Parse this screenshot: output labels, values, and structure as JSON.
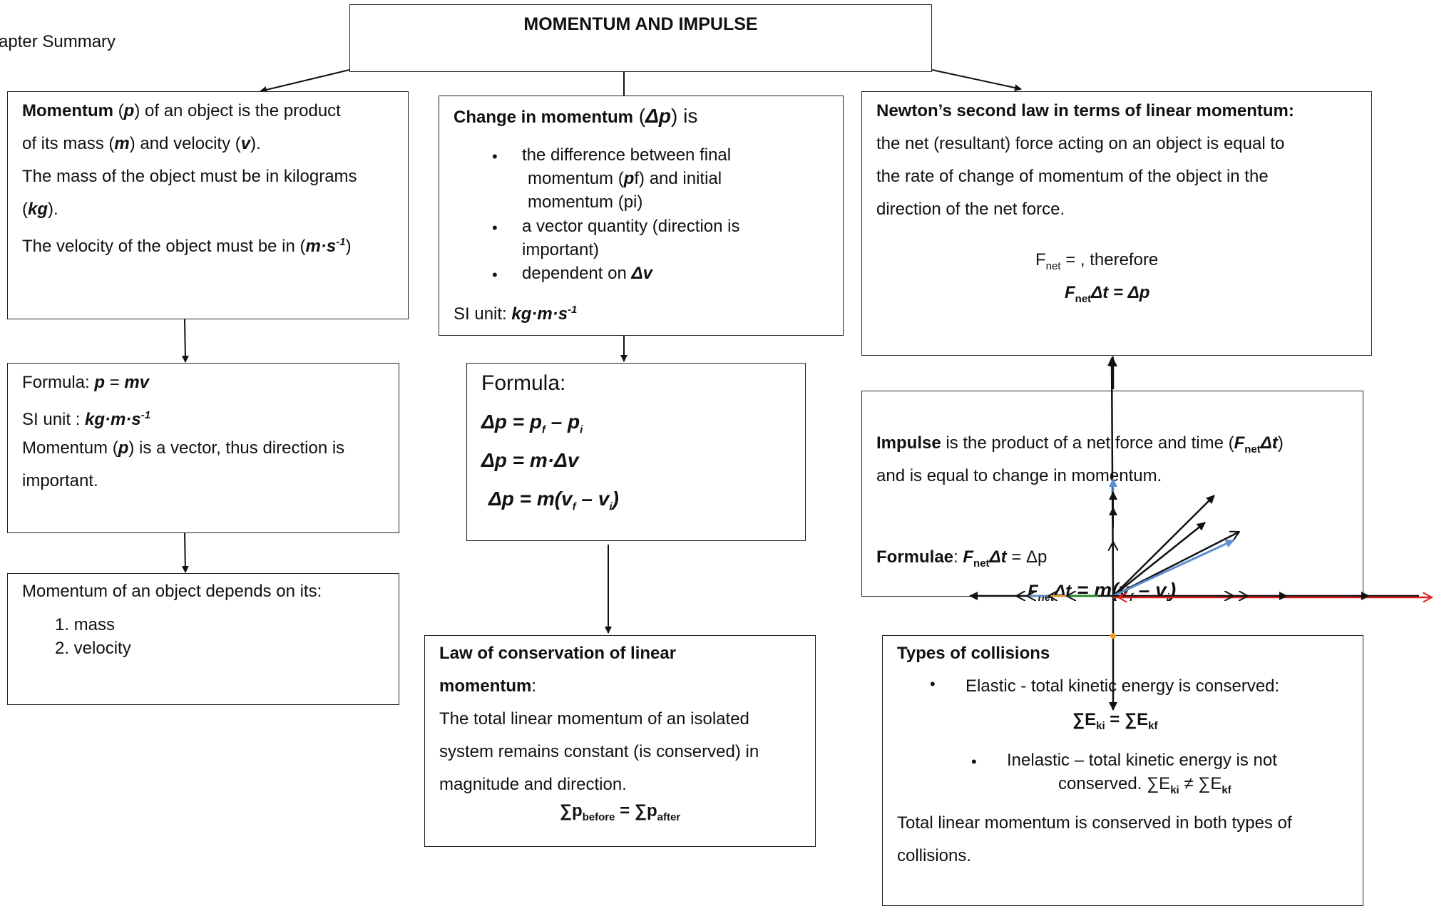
{
  "page_label": "apter Summary",
  "title": "MOMENTUM AND IMPULSE",
  "momentum_box": {
    "l1_term": "Momentum",
    "l1_open": " (",
    "l1_sym": "p",
    "l1_rest": ") of an object is the product",
    "l2_a": "of its mass (",
    "l2_m": "m",
    "l2_b": ") and velocity (",
    "l2_v": "v",
    "l2_c": ").",
    "l3": "The mass of the object must be in kilograms",
    "l4_a": "(",
    "l4_kg": "kg",
    "l4_b": ").",
    "l5_a": "The velocity of the object must be in (",
    "l5_unit": "m·s",
    "l5_exp": "-1",
    "l5_b": ")"
  },
  "formula_box": {
    "l1_a": "Formula:  ",
    "l1_p": "p",
    "l1_eq": " = ",
    "l1_mv": "mv",
    "l2_a": "SI unit : ",
    "l2_unit": "kg·m·s",
    "l2_exp": "-1",
    "l3_a": "Momentum (",
    "l3_p": "p",
    "l3_b": ") is a vector, thus direction is",
    "l4": "important."
  },
  "depends_box": {
    "heading": "Momentum of an object depends on its:",
    "items": [
      "1.   mass",
      "2.   velocity"
    ]
  },
  "change_box": {
    "title": "Change in momentum",
    "title_open": " (",
    "title_sym": "Δp",
    "title_close": ") is",
    "b1_l1": "the difference between final",
    "b1_l2a": "momentum (",
    "b1_l2p": "p",
    "b1_l2b": "f) and initial",
    "b1_l3": "momentum (pi)",
    "b2_l1": " a vector quantity (direction is",
    "b2_l2": "important)",
    "b3_a": "dependent on ",
    "b3_sym": "Δv",
    "si_a": "SI unit: ",
    "si_unit": "kg·m·s",
    "si_exp": "-1"
  },
  "change_formula_box": {
    "heading": "Formula:",
    "f1": "Δp = p",
    "f1_s1": "f",
    "f1_mid": " – p",
    "f1_s2": "i",
    "f2": "Δp = m·Δv",
    "f3": "Δp = m(v",
    "f3_s1": "f",
    "f3_mid": " – v",
    "f3_s2": "i",
    "f3_end": ")"
  },
  "conservation_box": {
    "title_l1": "Law of conservation of linear",
    "title_l2": "momentum",
    "title_colon": ":",
    "l1": "The total linear momentum of an isolated",
    "l2": "system remains constant (is conserved) in",
    "l3": "magnitude and direction.",
    "eq_a": "∑p",
    "eq_s1": "before",
    "eq_mid": " = ∑p",
    "eq_s2": "after"
  },
  "newton_box": {
    "title": "Newton’s second law in terms of linear momentum:",
    "l1": "the net (resultant) force acting on an object is equal to",
    "l2": "the rate of change of momentum of the object in the",
    "l3": "direction of the net force.",
    "eq1_a": "F",
    "eq1_sub": "net",
    "eq1_b": " =       , therefore",
    "eq2_a": "F",
    "eq2_sub": "net",
    "eq2_b": "Δt",
    "eq2_c": "   = Δp"
  },
  "impulse_box": {
    "term": "Impulse",
    "l1_rest": " is the product of a net force and time (",
    "l1_F": "F",
    "l1_sub": "net",
    "l1_dt": "Δt",
    "l1_close": ")",
    "l2": "and is equal to change in momentum.",
    "f_label": "Formulae",
    "f_colon": ":  ",
    "f1_F": "F",
    "f1_sub": "net",
    "f1_dt": "Δt",
    "f1_eq": "   = Δp",
    "f2_F": "F",
    "f2_sub": "net",
    "f2_dt": "Δt",
    "f2_eq": "  = m(v",
    "f2_s1": "f",
    "f2_mid": " – v",
    "f2_s2": "i",
    "f2_end": ")"
  },
  "collisions_box": {
    "title": "Types of collisions",
    "b1": "Elastic - total kinetic energy is conserved:",
    "eq1_a": "∑E",
    "eq1_s1": "ki",
    "eq1_mid": "  = ∑E",
    "eq1_s2": "kf",
    "b2_l1": "Inelastic – total kinetic energy is not",
    "b2_l2a": "conserved. ∑E",
    "b2_s1": "ki",
    "b2_mid": "  ≠ ∑E",
    "b2_s2": "kf",
    "l1": "Total linear momentum is conserved in both types of",
    "l2": "collisions."
  },
  "colors": {
    "line": "#111111",
    "vector_blue": "#5b8fd0",
    "vector_red": "#e02020",
    "vector_orange": "#f0a020",
    "vector_green": "#2a8a2a"
  }
}
